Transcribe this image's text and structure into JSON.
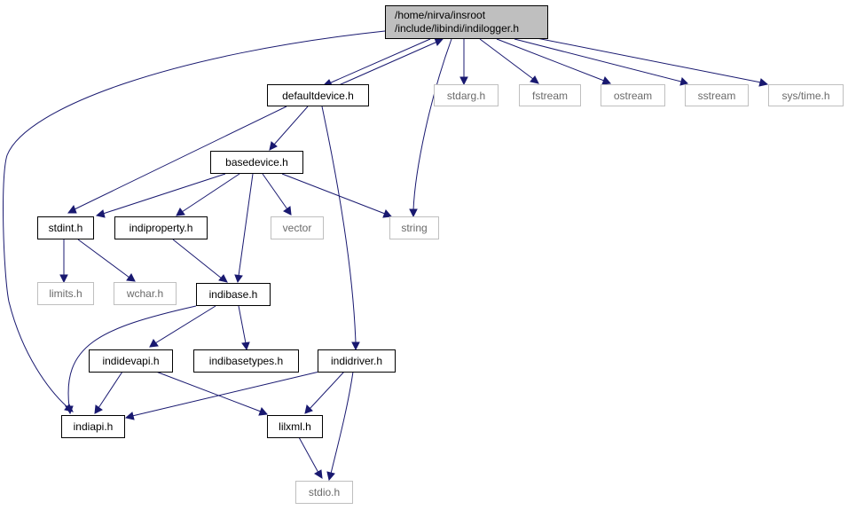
{
  "nodes": {
    "root_line1": "/home/nirva/insroot",
    "root_line2": "/include/libindi/indilogger.h",
    "defaultdevice": "defaultdevice.h",
    "stdarg": "stdarg.h",
    "fstream": "fstream",
    "ostream": "ostream",
    "sstream": "sstream",
    "systime": "sys/time.h",
    "basedevice": "basedevice.h",
    "stdint": "stdint.h",
    "indiproperty": "indiproperty.h",
    "vector": "vector",
    "string": "string",
    "limits": "limits.h",
    "wchar": "wchar.h",
    "indibase": "indibase.h",
    "indidevapi": "indidevapi.h",
    "indibasetypes": "indibasetypes.h",
    "indidriver": "indidriver.h",
    "indiapi": "indiapi.h",
    "lilxml": "lilxml.h",
    "stdio": "stdio.h"
  },
  "colors": {
    "edge": "#191970",
    "root_fill": "#bfbfbf",
    "external_border": "#bfbfbf",
    "node_border": "#000000"
  }
}
